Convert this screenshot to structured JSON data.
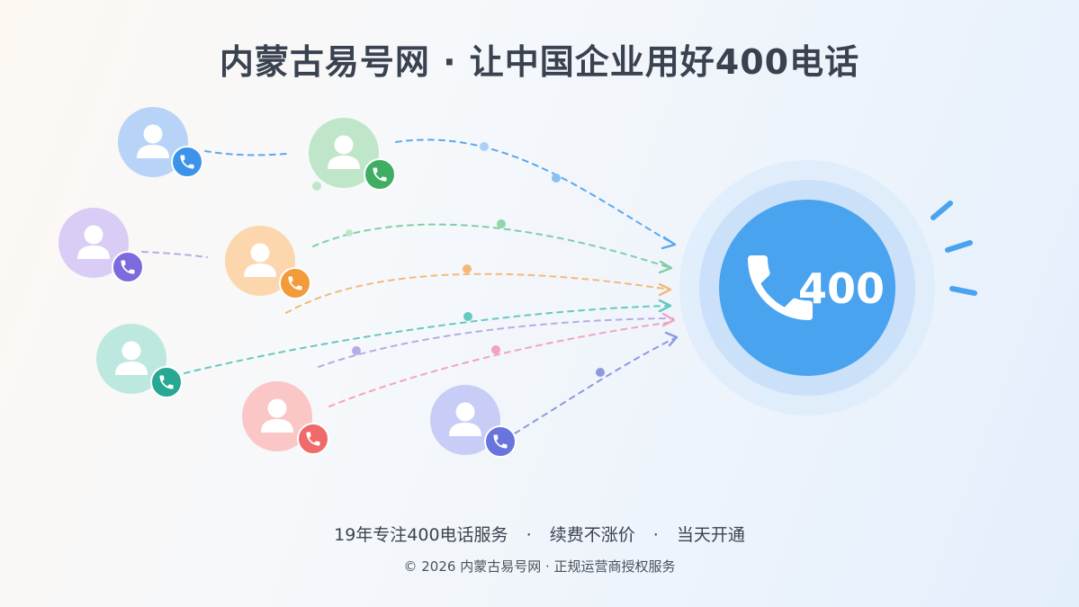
{
  "header": {
    "title": "内蒙古易号网 · 让中国企业用好400电话"
  },
  "hub": {
    "number_label": "400",
    "icon": "phone-icon",
    "color": "#4aa3ef"
  },
  "callers": [
    {
      "name": "caller-1",
      "icon": "person-icon",
      "badge_icon": "phone-icon",
      "avatar_color": "#b7d4f8",
      "badge_color": "#3d93ea",
      "line_color": "#5aa8ee"
    },
    {
      "name": "caller-2",
      "icon": "person-icon",
      "badge_icon": "phone-icon",
      "avatar_color": "#bfe6c9",
      "badge_color": "#3fae62",
      "line_color": "#5aa8ee"
    },
    {
      "name": "caller-3",
      "icon": "person-icon",
      "badge_icon": "phone-icon",
      "avatar_color": "#d9cdf5",
      "badge_color": "#7d6bde",
      "line_color": "#b6ace6"
    },
    {
      "name": "caller-4",
      "icon": "person-icon",
      "badge_icon": "phone-icon",
      "avatar_color": "#fcd7ae",
      "badge_color": "#f29b3a",
      "line_color": "#7fcfa6"
    },
    {
      "name": "caller-5",
      "icon": "person-icon",
      "badge_icon": "phone-icon",
      "avatar_color": "#bde8e0",
      "badge_color": "#27a892",
      "line_color": "#66c9c0"
    },
    {
      "name": "caller-6",
      "icon": "person-icon",
      "badge_icon": "phone-icon",
      "avatar_color": "#fbc6c6",
      "badge_color": "#ef6a6a",
      "line_color": "#f3a3bd"
    },
    {
      "name": "caller-7",
      "icon": "person-icon",
      "badge_icon": "phone-icon",
      "avatar_color": "#c8cdf7",
      "badge_color": "#6974dc",
      "line_color": "#8f99e2"
    }
  ],
  "extra_line_colors": [
    "#f3b97a",
    "#b6ace6"
  ],
  "signal_color": "#4aa3ef",
  "footer": {
    "feature_1": "19年专注400电话服务",
    "separator": "·",
    "feature_2": "续费不涨价",
    "feature_3": "当天开通",
    "copyright": "© 2026 内蒙古易号网 · 正规运营商授权服务"
  }
}
